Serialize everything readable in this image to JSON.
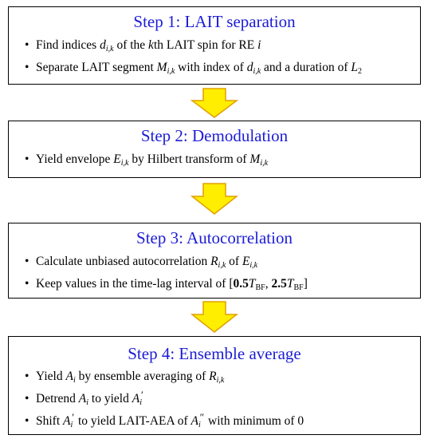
{
  "steps": [
    {
      "title": "Step 1: LAIT separation",
      "bullets": [
        {
          "pre": "Find  indices ",
          "var": "d",
          "sub": "i,k",
          "post": " of the ",
          "var2": "k",
          "post2": "th LAIT spin for RE ",
          "var3": "i"
        },
        {
          "pre": "Separate LAIT segment ",
          "var": "M",
          "sub": "i,k",
          "post": " with index of ",
          "var2": "d",
          "sub2": "i,k",
          "post2": " and a duration of ",
          "var3": "L",
          "sub3": "2"
        }
      ]
    },
    {
      "title": "Step 2: Demodulation",
      "bullets": [
        {
          "pre": "Yield envelope ",
          "var": "E",
          "sub": "i,k",
          "post": " by Hilbert transform of ",
          "var2": "M",
          "sub2": "i,k"
        }
      ]
    },
    {
      "title": "Step 3: Autocorrelation",
      "bullets": [
        {
          "pre": "Calculate unbiased autocorrelation ",
          "var": "R",
          "sub": "i,k",
          "post": " of ",
          "var2": "E",
          "sub2": "i,k"
        },
        {
          "pre": "Keep values in the time-lag interval of [",
          "n1": "0.5",
          "var": "T",
          "sub": "BF",
          "mid": ", ",
          "n2": "2.5",
          "var2": "T",
          "sub2": "BF",
          "post": "]"
        }
      ]
    },
    {
      "title": "Step 4: Ensemble average",
      "bullets": [
        {
          "pre": "Yield ",
          "var": "A",
          "sub": "i",
          "post": " by ensemble averaging of ",
          "var2": "R",
          "sub2": "i,k"
        },
        {
          "pre": "Detrend ",
          "var": "A",
          "sub": "i",
          "post": " to yield ",
          "var2": "A",
          "sub2": "i",
          "prime2": "′"
        },
        {
          "pre": "Shift ",
          "var": "A",
          "sub": "i",
          "prime": "′",
          "post": " to yield LAIT-AEA of ",
          "var2": "A",
          "sub2": "i",
          "prime2": "″",
          "post2": " with minimum of 0"
        }
      ]
    }
  ],
  "colors": {
    "title": "#1c1cd6",
    "arrow_fill": "#ffee00",
    "arrow_stroke": "#e0a000"
  }
}
